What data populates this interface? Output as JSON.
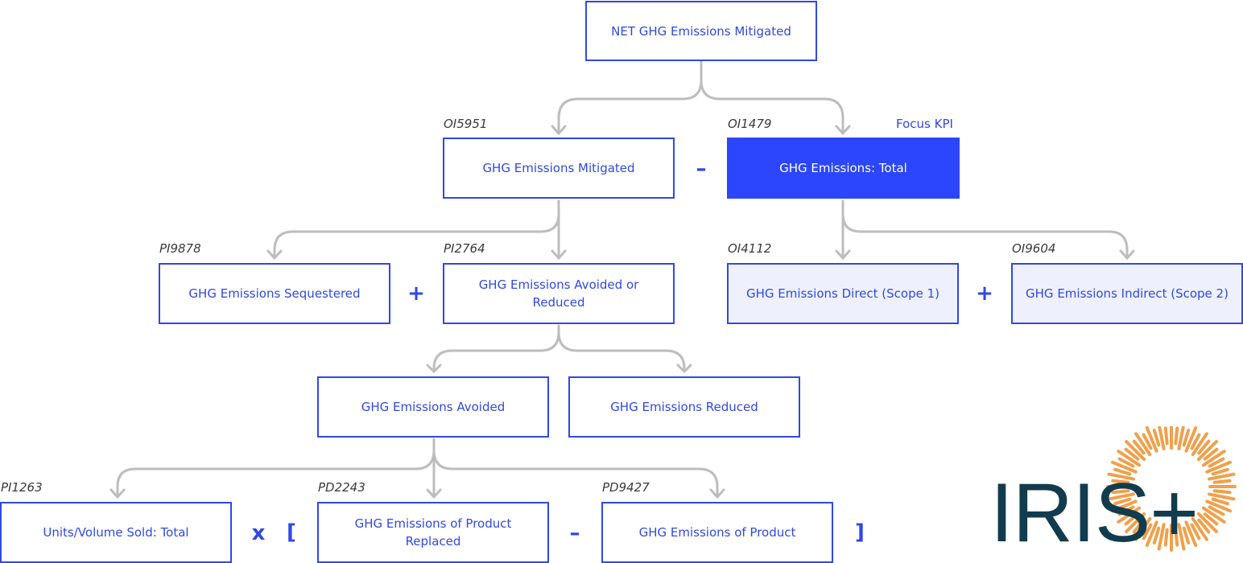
{
  "nodes": {
    "net": "NET GHG Emissions Mitigated",
    "mitigated": "GHG Emissions Mitigated",
    "total": "GHG Emissions: Total",
    "sequestered": "GHG Emissions Sequestered",
    "avoided_reduced": "GHG Emissions Avoided or Reduced",
    "direct": "GHG Emissions Direct (Scope 1)",
    "indirect": "GHG Emissions Indirect (Scope 2)",
    "avoided": "GHG Emissions Avoided",
    "reduced": "GHG Emissions Reduced",
    "units_sold": "Units/Volume Sold: Total",
    "product_replaced": "GHG Emissions of Product Replaced",
    "product": "GHG Emissions of Product"
  },
  "codes": {
    "mitigated": "OI5951",
    "total": "OI1479",
    "sequestered": "PI9878",
    "avoided_reduced": "PI2764",
    "direct": "OI4112",
    "indirect": "OI9604",
    "units_sold": "PI1263",
    "product_replaced": "PD2243",
    "product": "PD9427"
  },
  "focus_label": "Focus KPI",
  "operators": {
    "minus_top": "–",
    "plus_left": "+",
    "plus_right": "+",
    "times": "x",
    "bracket_open": "[",
    "minus_bottom": "–",
    "bracket_close": "]"
  },
  "logo": {
    "text": "IRIS+",
    "colors": {
      "text": "#123c4e",
      "rays": "#f0a04b"
    }
  },
  "colors": {
    "accent": "#2f48e8",
    "solid": "#2b46fc",
    "tint": "#eef1fd",
    "connector": "#bdbdbd"
  }
}
